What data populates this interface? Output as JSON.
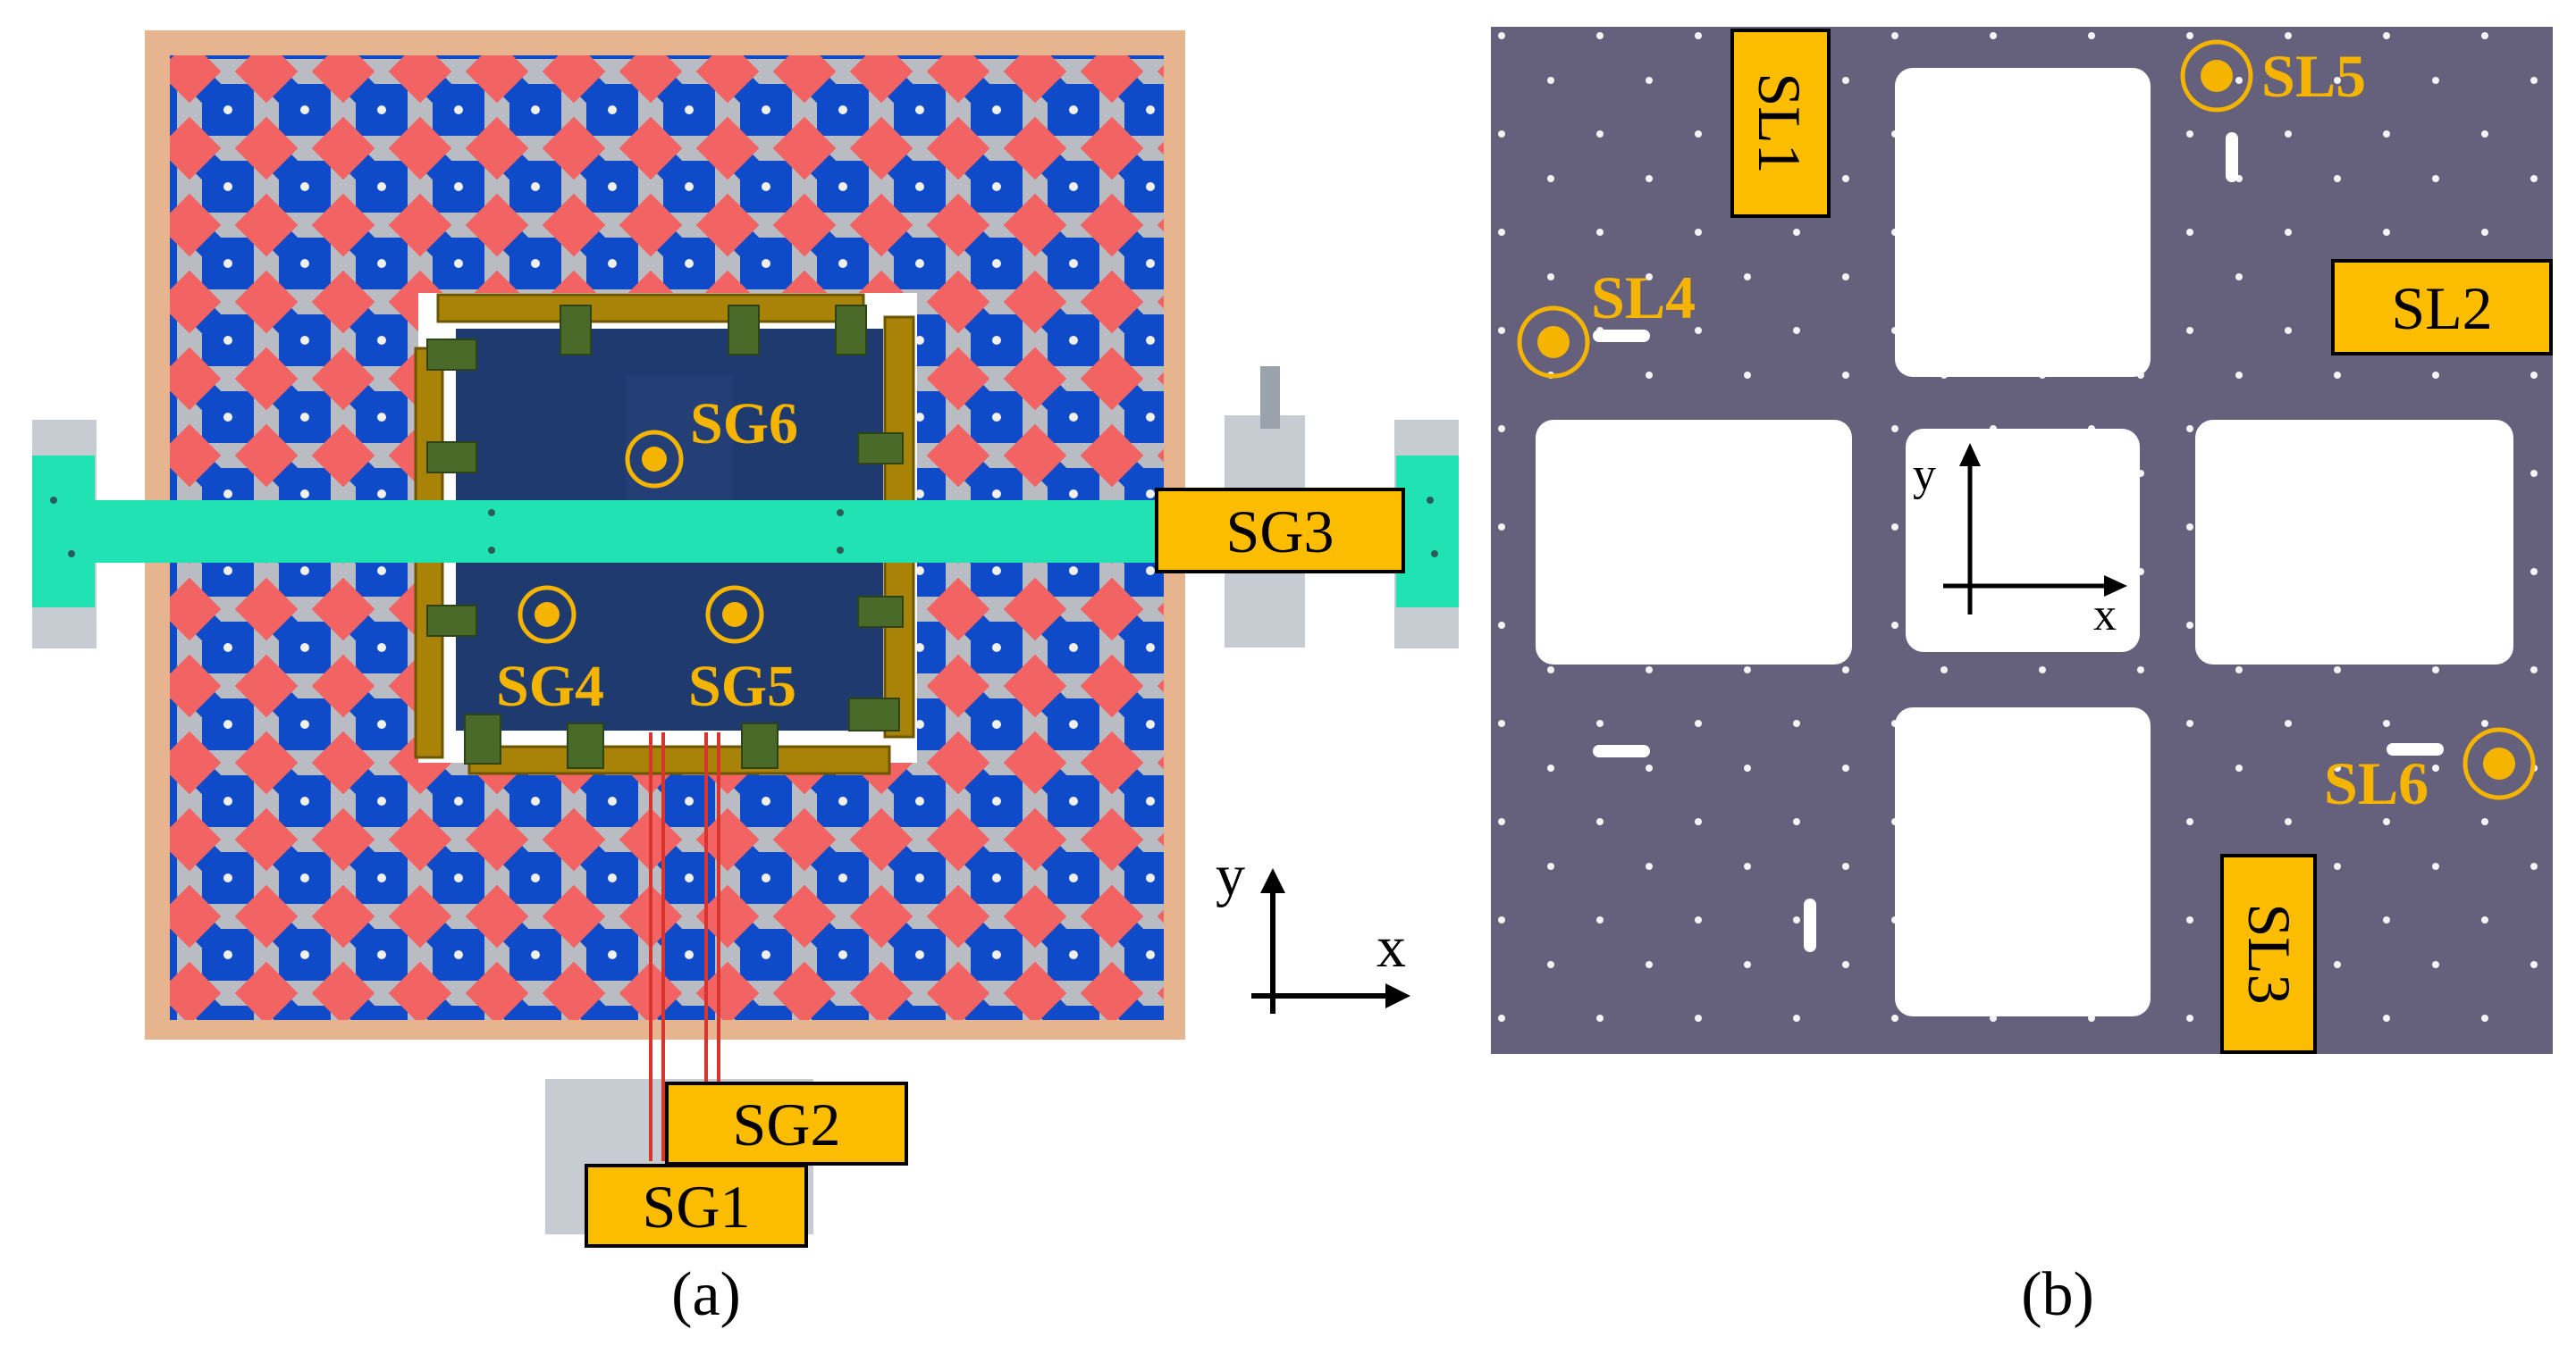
{
  "panel_a": {
    "caption": "(a)",
    "labels": {
      "sg1": "SG1",
      "sg2": "SG2",
      "sg3": "SG3",
      "sg4": "SG4",
      "sg5": "SG5",
      "sg6": "SG6"
    },
    "axes": {
      "x": "x",
      "y": "y"
    }
  },
  "panel_b": {
    "caption": "(b)",
    "labels": {
      "sl1": "SL1",
      "sl2": "SL2",
      "sl3": "SL3",
      "sl4": "SL4",
      "sl5": "SL5",
      "sl6": "SL6"
    },
    "axes": {
      "x": "x",
      "y": "y"
    }
  },
  "colors": {
    "background": "#ffffff",
    "label_box": "#fcbc00",
    "callout_text": "#f5b400",
    "board": "#e6b48f",
    "tile_red": "#f26464",
    "tile_blue": "#0f4bc8",
    "frame_gold": "#a98208",
    "beam_green": "#21e2b2",
    "inner_plate": "#1e3a6e",
    "plate_b": "#65617d"
  }
}
